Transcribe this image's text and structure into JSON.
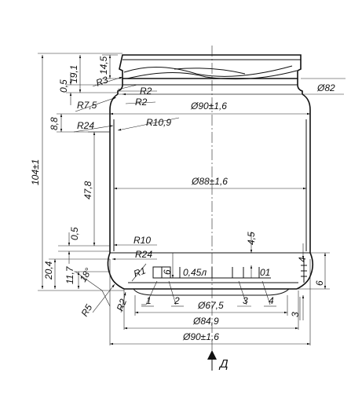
{
  "labels": {
    "d82": "Ø82",
    "d90_top": "Ø90±1,6",
    "d88": "Ø88±1,6",
    "d67": "Ø67,5",
    "d84": "Ø84,9",
    "d90_bot": "Ø90±1,6",
    "h104": "104±1",
    "h19": "19,1",
    "h14": "14,5",
    "h05_top": "0,5",
    "h8": "8,8",
    "h47": "47,8",
    "h05_bot": "0,5",
    "h20": "20,4",
    "h11": "11,7",
    "h45": "4,5",
    "h4": "4",
    "h6_right": "6",
    "h6_label": "6",
    "h3": "3",
    "r2a": "R2",
    "r3": "R3",
    "r2b": "R2",
    "r75": "R7,5",
    "r24_top": "R24",
    "r109": "R10,9",
    "r10": "R10",
    "r24_bot": "R24",
    "r1": "R1",
    "r5": "R5",
    "r2c": "R2",
    "angle": "18°",
    "volume": "0,45л",
    "code": "01",
    "m1": "1",
    "m2": "2",
    "m3": "3",
    "m4": "4",
    "view": "Д"
  }
}
